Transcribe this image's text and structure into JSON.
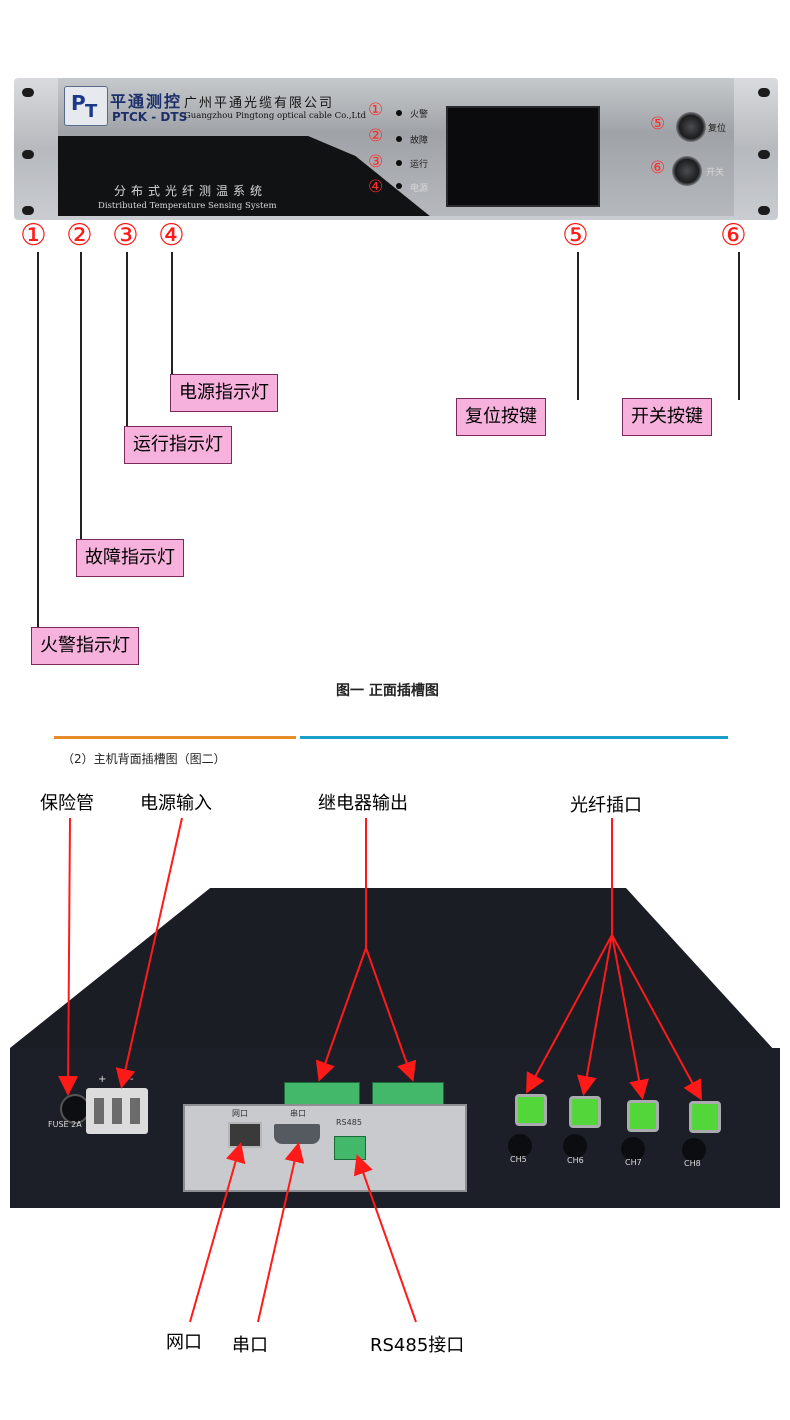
{
  "front": {
    "brand_cn": "平通测控",
    "model": "PTCK - DTS",
    "company_cn": "广州平通光缆有限公司",
    "company_en": "Guangzhou Pingtong optical cable Co.,Ltd",
    "product_cn": "分布式光纤测温系统",
    "product_en": "Distributed Temperature Sensing System",
    "indicators": [
      {
        "num": "①",
        "label": "火警"
      },
      {
        "num": "②",
        "label": "故障"
      },
      {
        "num": "③",
        "label": "运行"
      },
      {
        "num": "④",
        "label": "电源"
      }
    ],
    "buttons": [
      {
        "num": "⑤",
        "label": "复位"
      },
      {
        "num": "⑥",
        "label": "开关"
      }
    ],
    "callout_numbers": [
      "①",
      "②",
      "③",
      "④",
      "⑤",
      "⑥"
    ],
    "callouts": [
      "火警指示灯",
      "故障指示灯",
      "运行指示灯",
      "电源指示灯",
      "复位按键",
      "开关按键"
    ],
    "caption": "图一 正面插槽图"
  },
  "rear": {
    "section_title": "（2）主机背面插槽图（图二）",
    "top_labels": {
      "fuse": "保险管",
      "power": "电源输入",
      "relay": "继电器输出",
      "fiber": "光纤插口"
    },
    "bottom_labels": {
      "net": "网口",
      "serial": "串口",
      "rs485": "RS485接口"
    },
    "device_text": {
      "fuse_mark": "FUSE 2A",
      "net_mark": "网口",
      "serial_mark": "串口",
      "rs485_mark": "RS485",
      "power_plus": "+",
      "power_minus": "-"
    },
    "channels": [
      "CH5",
      "CH6",
      "CH7",
      "CH8"
    ]
  },
  "colors": {
    "callout_fill": "#f6b1dc",
    "arrow": "#ff1a1a",
    "led_green": "#52d63a",
    "sep_orange": "#e88b2a",
    "sep_blue": "#1aa0c8"
  }
}
